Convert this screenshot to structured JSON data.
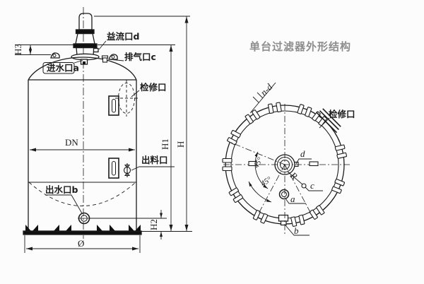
{
  "title": "单台过滤器外形结构",
  "colors": {
    "background": "#fcfcfc",
    "line": "#1c1c1c",
    "title_text": "#8d8d8d",
    "fill_dark": "#111111"
  },
  "front_view": {
    "port_labels": {
      "overflow": "益流口d",
      "vent": "排气口c",
      "inlet": "进水口a",
      "manhole": "检修口",
      "discharge": "出料口",
      "outlet": "出水口b"
    },
    "dimension_labels": {
      "h3": "H3",
      "h1": "H1",
      "h": "H",
      "h2": "H2",
      "dn": "DN",
      "diameter": "Ø"
    }
  },
  "top_view": {
    "labels": {
      "bolt_holes": "n-d",
      "manhole": "检修口",
      "angle_left": "45°",
      "angle_right": "45°",
      "radius": "R",
      "port_d": "d",
      "port_c": "c",
      "port_a": "a",
      "port_b": "b"
    }
  }
}
